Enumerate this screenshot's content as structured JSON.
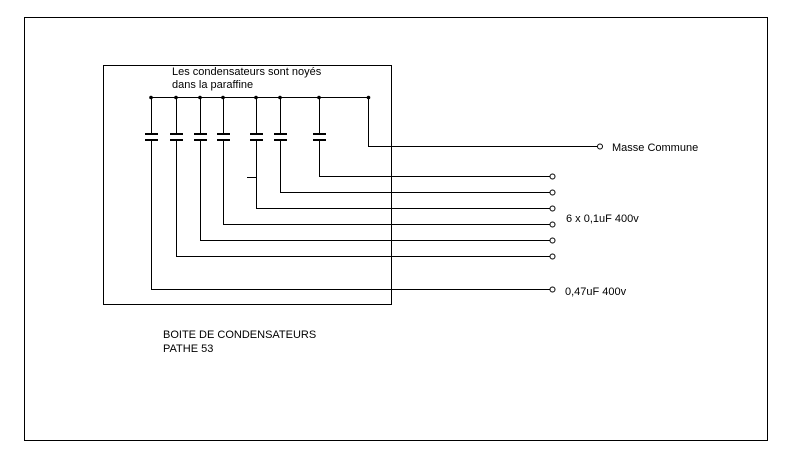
{
  "colors": {
    "line": "#000000",
    "background": "#ffffff"
  },
  "labels": {
    "note_line1": "Les condensateurs sont noyés",
    "note_line2": "dans la paraffine",
    "ground": "Masse Commune",
    "small_caps": "6 x 0,1uF 400v",
    "big_cap": "0,47uF 400v",
    "title_line1": "BOITE DE CONDENSATEURS",
    "title_line2": "PATHE 53"
  },
  "components": {
    "capacitor_count": 7
  }
}
